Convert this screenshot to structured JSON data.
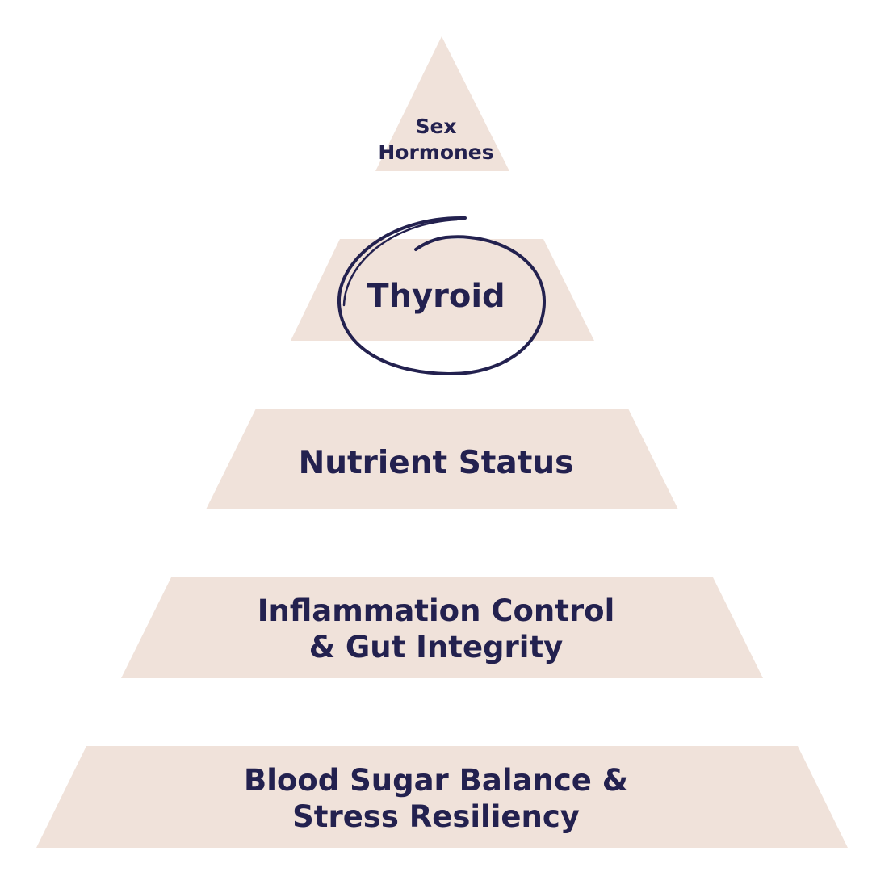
{
  "colors": {
    "tier_fill": "#f0e2da",
    "text": "#23214f",
    "circle_stroke": "#23214f"
  },
  "tiers": [
    {
      "id": "sex-hormones",
      "lines": [
        "Sex",
        "Hormones"
      ]
    },
    {
      "id": "thyroid",
      "lines": [
        "Thyroid"
      ]
    },
    {
      "id": "nutrient-status",
      "lines": [
        "Nutrient Status"
      ]
    },
    {
      "id": "inflammation",
      "lines": [
        "Inflammation Control",
        "& Gut Integrity"
      ]
    },
    {
      "id": "blood-sugar",
      "lines": [
        "Blood Sugar Balance &",
        "Stress Resiliency"
      ]
    }
  ],
  "highlight": {
    "tier": "thyroid",
    "style": "hand-drawn-circle"
  }
}
